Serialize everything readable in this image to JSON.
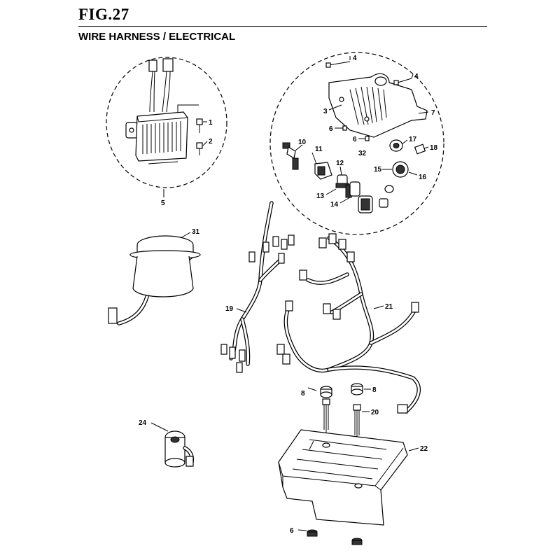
{
  "header": {
    "figure_label": "FIG.27",
    "section_title": "WIRE HARNESS / ELECTRICAL"
  },
  "callouts": {
    "c1": "1",
    "c2": "2",
    "c3": "3",
    "c4a": "4",
    "c4b": "4",
    "c5": "5",
    "c6a": "6",
    "c6b": "6",
    "c6c": "6",
    "c7": "7",
    "c8a": "8",
    "c8b": "8",
    "c10": "10",
    "c11": "11",
    "c12": "12",
    "c13": "13",
    "c14": "14",
    "c15": "15",
    "c16": "16",
    "c17": "17",
    "c18": "18",
    "c19": "19",
    "c20": "20",
    "c21": "21",
    "c22": "22",
    "c24": "24",
    "c31": "31",
    "c32": "32"
  }
}
